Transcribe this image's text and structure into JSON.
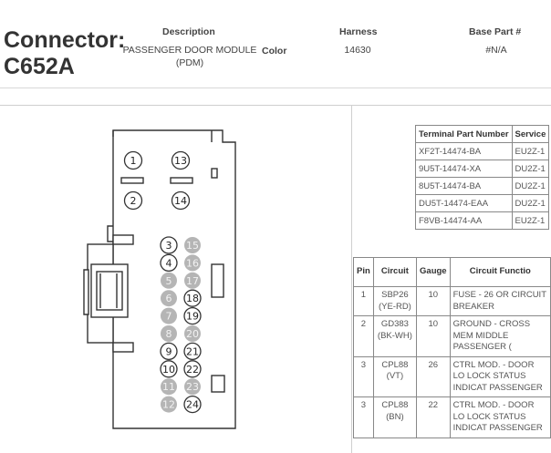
{
  "connector": {
    "title_line1": "Connector:",
    "title_line2": "C652A",
    "description_label": "Description",
    "description_value": "PASSENGER DOOR MODULE (PDM)",
    "color_label": "Color",
    "harness_label": "Harness",
    "harness_value": "14630",
    "base_part_label": "Base Part #",
    "base_part_value": "#N/A"
  },
  "diagram": {
    "pins_large": [
      {
        "n": "1",
        "filled": false
      },
      {
        "n": "13",
        "filled": false
      },
      {
        "n": "2",
        "filled": false
      },
      {
        "n": "14",
        "filled": false
      }
    ],
    "pins_left": [
      {
        "n": "3",
        "filled": false
      },
      {
        "n": "4",
        "filled": false
      },
      {
        "n": "5",
        "filled": true
      },
      {
        "n": "6",
        "filled": true
      },
      {
        "n": "7",
        "filled": true
      },
      {
        "n": "8",
        "filled": true
      },
      {
        "n": "9",
        "filled": false
      },
      {
        "n": "10",
        "filled": false
      },
      {
        "n": "11",
        "filled": true
      },
      {
        "n": "12",
        "filled": true
      }
    ],
    "pins_right": [
      {
        "n": "15",
        "filled": true
      },
      {
        "n": "16",
        "filled": true
      },
      {
        "n": "17",
        "filled": true
      },
      {
        "n": "18",
        "filled": false
      },
      {
        "n": "19",
        "filled": false
      },
      {
        "n": "20",
        "filled": true
      },
      {
        "n": "21",
        "filled": false
      },
      {
        "n": "22",
        "filled": false
      },
      {
        "n": "23",
        "filled": true
      },
      {
        "n": "24",
        "filled": false
      }
    ]
  },
  "terminal_parts": {
    "headers": [
      "Terminal Part Number",
      "Service"
    ],
    "rows": [
      [
        "XF2T-14474-BA",
        "EU2Z-1"
      ],
      [
        "9U5T-14474-XA",
        "DU2Z-1"
      ],
      [
        "8U5T-14474-BA",
        "DU2Z-1"
      ],
      [
        "DU5T-14474-EAA",
        "DU2Z-1"
      ],
      [
        "F8VB-14474-AA",
        "EU2Z-1"
      ]
    ]
  },
  "pin_table": {
    "headers": [
      "Pin",
      "Circuit",
      "Gauge",
      "Circuit Functio"
    ],
    "rows": [
      {
        "pin": "1",
        "circuit": "SBP26 (YE-RD)",
        "gauge": "10",
        "function": "FUSE - 26 OR CIRCUIT BREAKER"
      },
      {
        "pin": "2",
        "circuit": "GD383 (BK-WH)",
        "gauge": "10",
        "function": "GROUND - CROSS MEM MIDDLE PASSENGER ("
      },
      {
        "pin": "3",
        "circuit": "CPL88 (VT)",
        "gauge": "26",
        "function": "CTRL MOD. - DOOR LO LOCK STATUS INDICAT PASSENGER"
      },
      {
        "pin": "3",
        "circuit": "CPL88 (BN)",
        "gauge": "22",
        "function": "CTRL MOD. - DOOR LO LOCK STATUS INDICAT PASSENGER"
      }
    ]
  },
  "colors": {
    "outline": "#333333",
    "pin_fill": "#b5b5b5",
    "pin_open": "#ffffff",
    "separator": "#d8d8d8"
  }
}
